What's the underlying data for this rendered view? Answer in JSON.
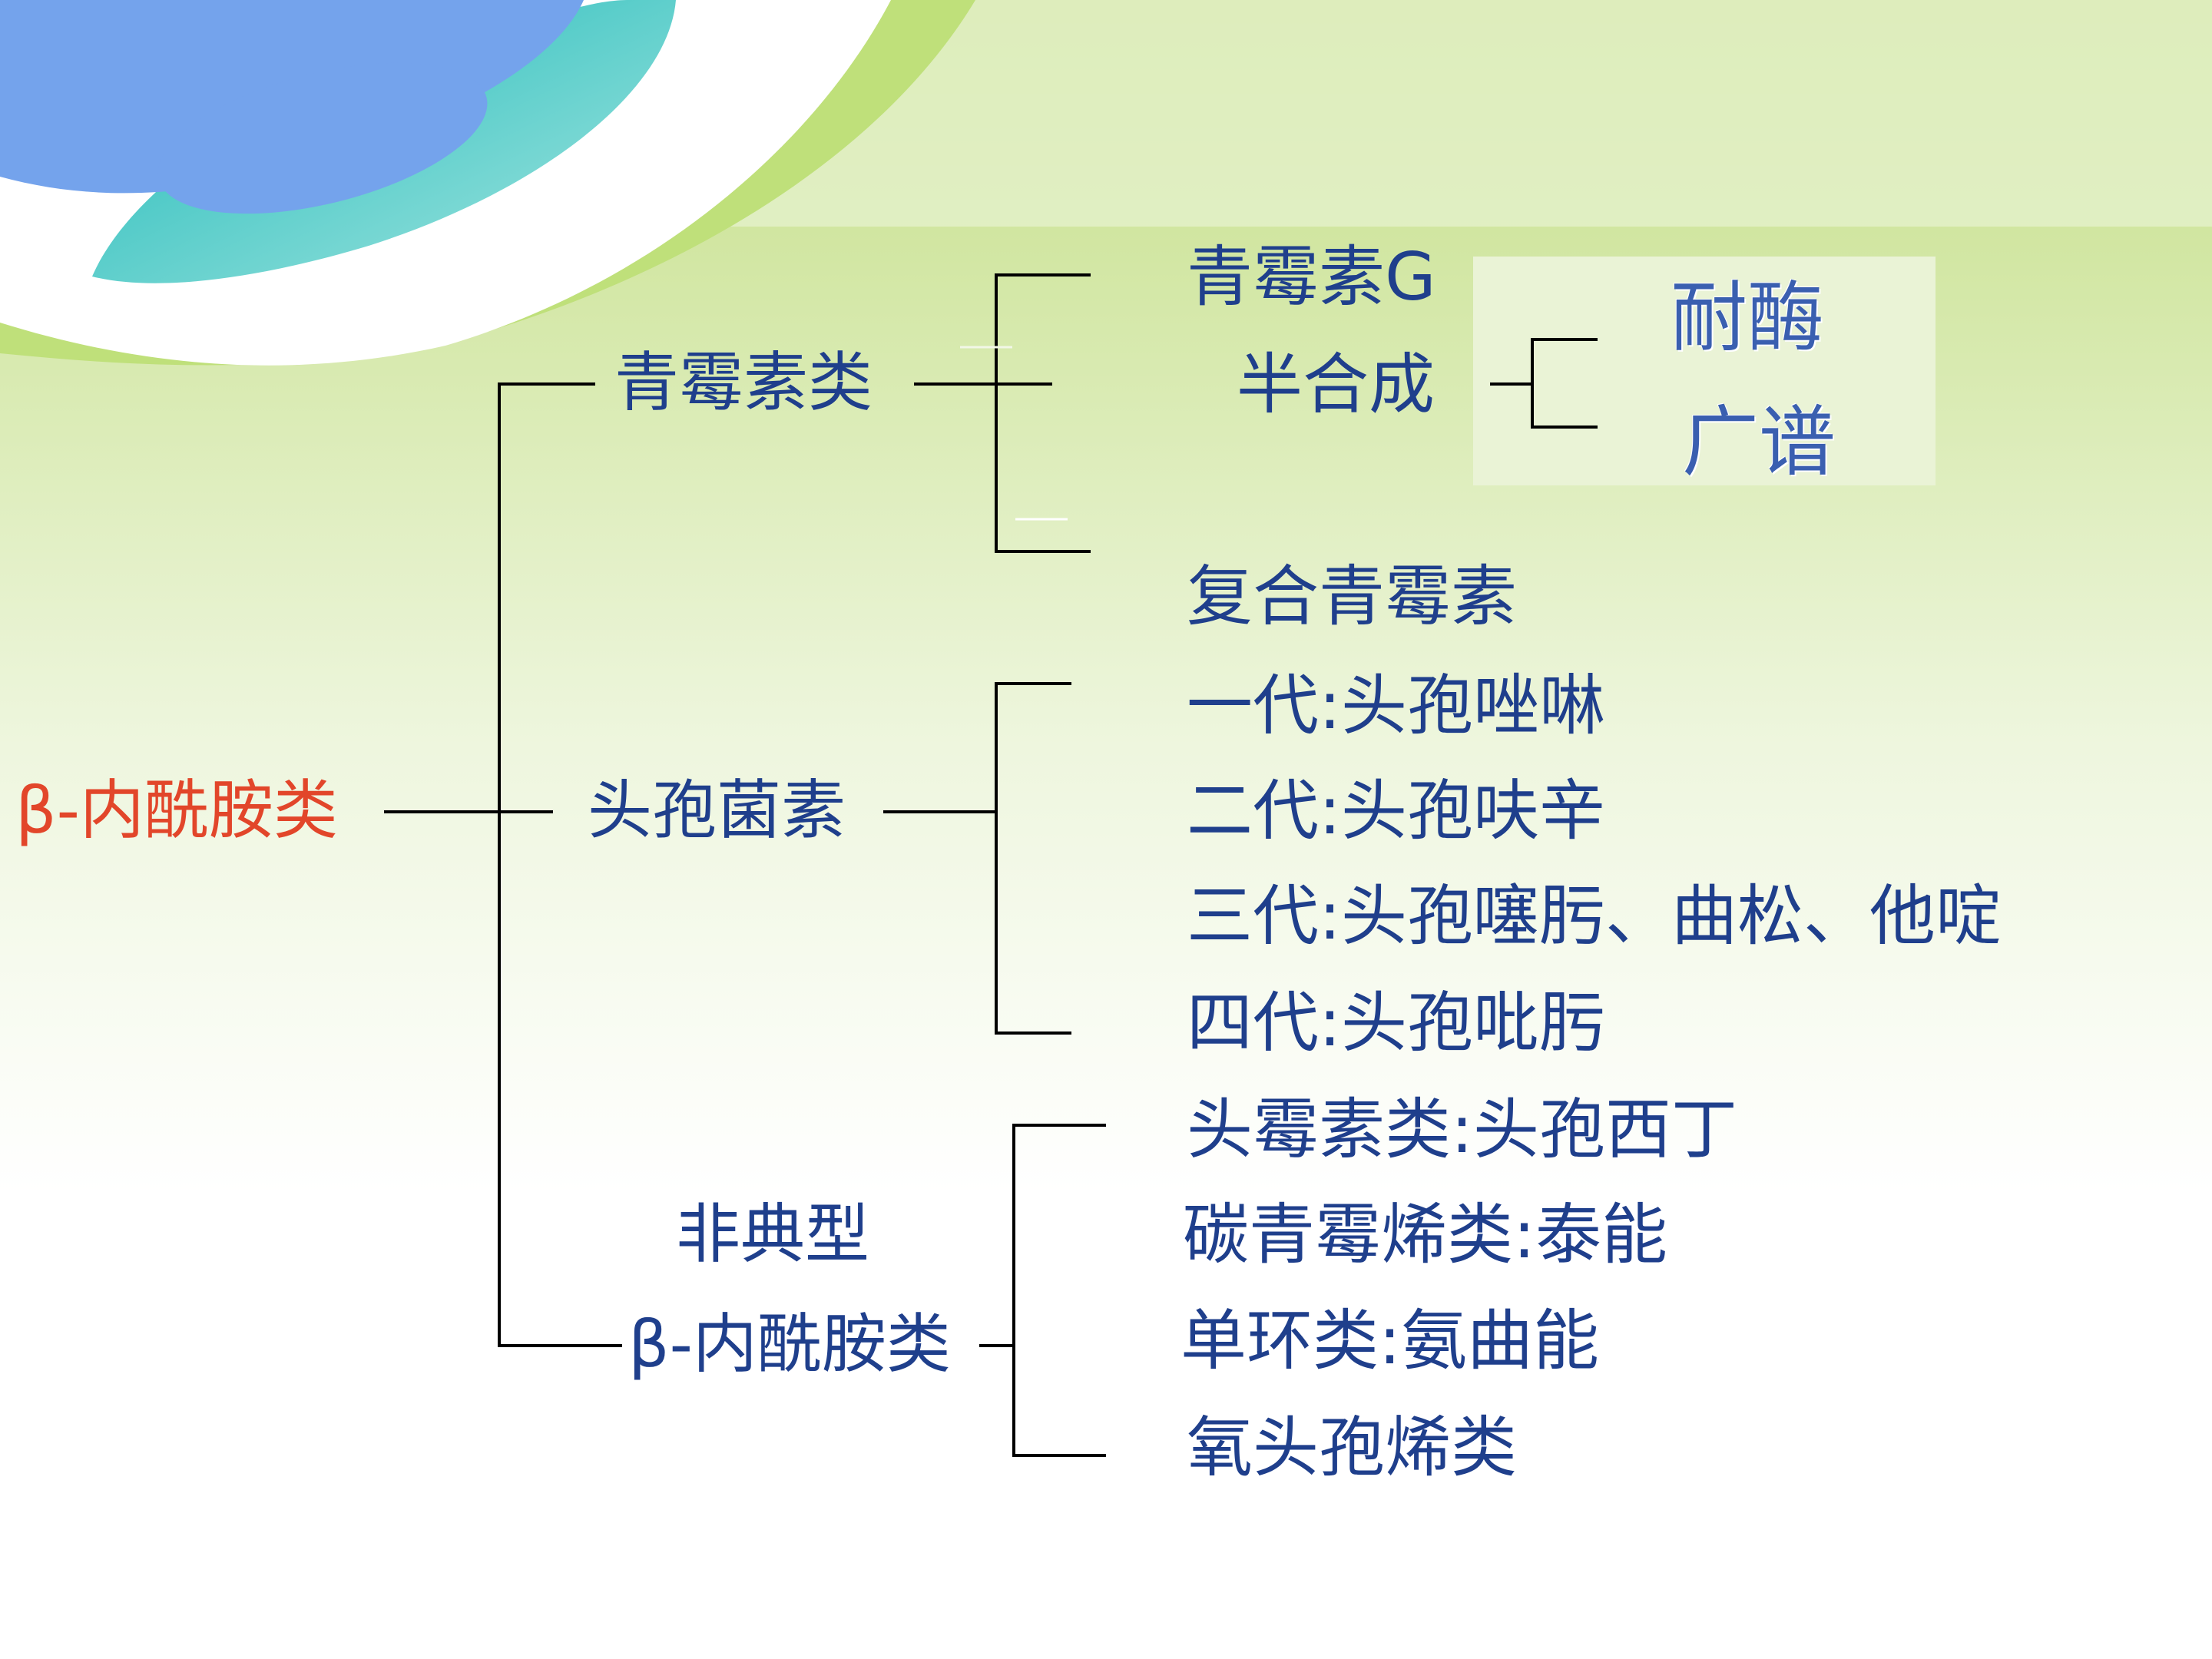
{
  "tree": {
    "root": "β-内酰胺类",
    "branches": {
      "penicillins": "青霉素类",
      "cephalosporins": "头孢菌素",
      "atypical_line1": "非典型",
      "atypical_line2": "β-内酰胺类"
    },
    "penicillin_items": {
      "penicillin_g": "青霉素G",
      "semi_synthetic": "半合成",
      "compound": "复合青霉素"
    },
    "semi_synthetic_types": {
      "enzyme_resistant": "耐酶",
      "broad_spectrum": "广谱"
    },
    "cephalosporin_generations": [
      "一代:头孢唑啉",
      "二代:头孢呋辛",
      "三代:头孢噻肟、曲松、他啶",
      "四代:头孢吡肟"
    ],
    "atypical_items": [
      "头霉素类:头孢西丁",
      "碳青霉烯类:泰能",
      "单环类:氨曲能",
      "氧头孢烯类"
    ]
  },
  "colors": {
    "root_text": "#e2462a",
    "node_text": "#1f3f8c",
    "line": "#000000"
  }
}
